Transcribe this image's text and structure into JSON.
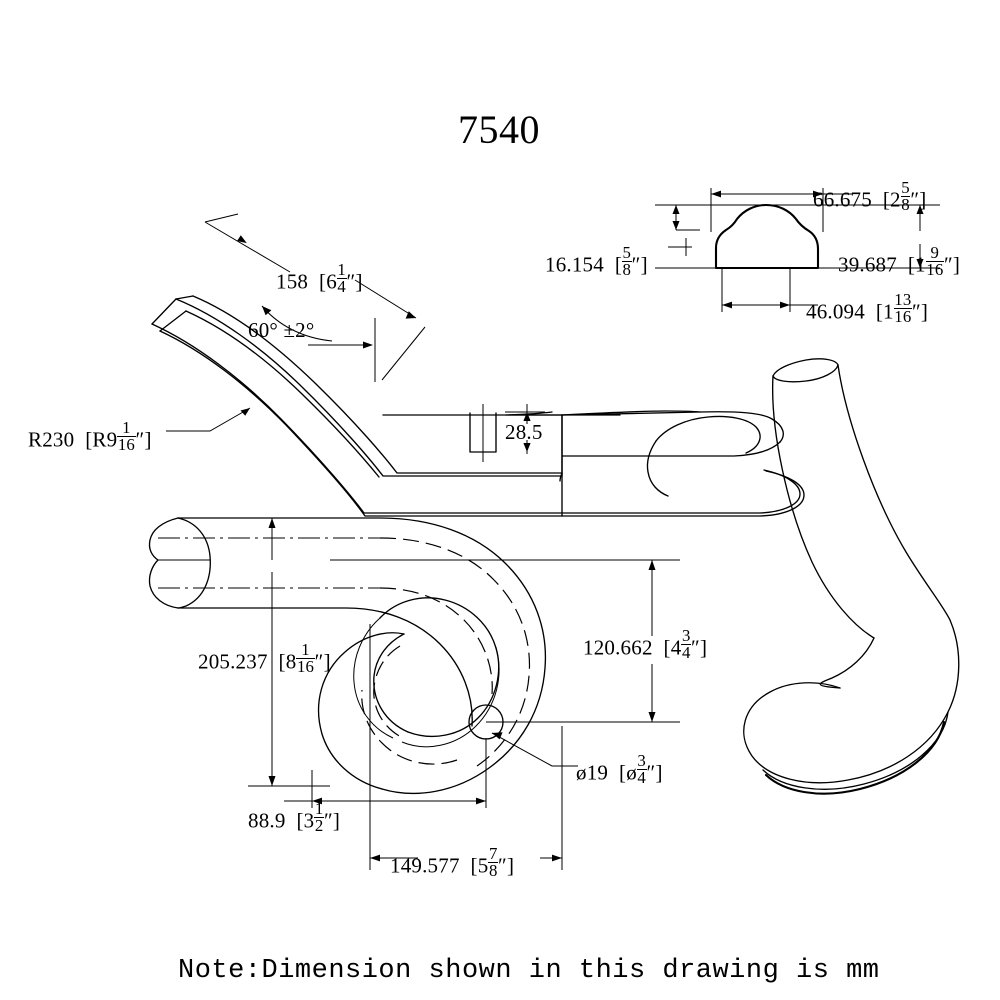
{
  "drawing": {
    "title": "7540",
    "note": "Note:Dimension shown in this drawing is mm",
    "units": "mm",
    "line_color": "#000000",
    "background": "#ffffff"
  },
  "views": {
    "side_elevation": {
      "name": "side-elevation-view"
    },
    "section_profile": {
      "name": "cross-section-profile-view"
    },
    "plan": {
      "name": "plan-view"
    },
    "isometric": {
      "name": "isometric-3d-view"
    }
  },
  "dimensions": {
    "radius": {
      "mm": "R230",
      "inch_whole": "R9",
      "inch_num": "1",
      "inch_den": "16",
      "label": "R230  [R9 1/16\"]"
    },
    "arc_length": {
      "mm": "158",
      "inch_whole": "6",
      "inch_num": "1",
      "inch_den": "4",
      "label": "158  [6 1/4\"]"
    },
    "angle": {
      "value": "60°",
      "tolerance": "±2°",
      "label": "60°  ±2°"
    },
    "rise": {
      "mm": "28.5",
      "label": "28.5"
    },
    "profile_width_top": {
      "mm": "66.675",
      "inch_whole": "2",
      "inch_num": "5",
      "inch_den": "8",
      "label": "66.675  [2 5/8\"]"
    },
    "profile_height_upper": {
      "mm": "16.154",
      "inch_whole": "",
      "inch_num": "5",
      "inch_den": "8",
      "label": "16.154  [5/8\"]"
    },
    "profile_height_total": {
      "mm": "39.687",
      "inch_whole": "1",
      "inch_num": "9",
      "inch_den": "16",
      "label": "39.687  [1 9/16\"]"
    },
    "profile_width_base": {
      "mm": "46.094",
      "inch_whole": "1",
      "inch_num": "13",
      "inch_den": "16",
      "label": "46.094  [1 13/16\"]"
    },
    "plan_length": {
      "mm": "205.237",
      "inch_whole": "8",
      "inch_num": "1",
      "inch_den": "16",
      "label": "205.237  [8 1/16\"]"
    },
    "plan_offset": {
      "mm": "120.662",
      "inch_whole": "4",
      "inch_num": "3",
      "inch_den": "4",
      "label": "120.662  [4 3/4\"]"
    },
    "hole_diameter": {
      "mm": "ø19",
      "inch_sym": "ø",
      "inch_num": "3",
      "inch_den": "4",
      "label": "ø19  [ø 3/4\"]"
    },
    "plan_width": {
      "mm": "88.9",
      "inch_whole": "3",
      "inch_num": "1",
      "inch_den": "2",
      "label": "88.9  [3 1/2\"]"
    },
    "plan_depth": {
      "mm": "149.577",
      "inch_whole": "5",
      "inch_num": "7",
      "inch_den": "8",
      "label": "149.577  [5 7/8\"]"
    }
  }
}
